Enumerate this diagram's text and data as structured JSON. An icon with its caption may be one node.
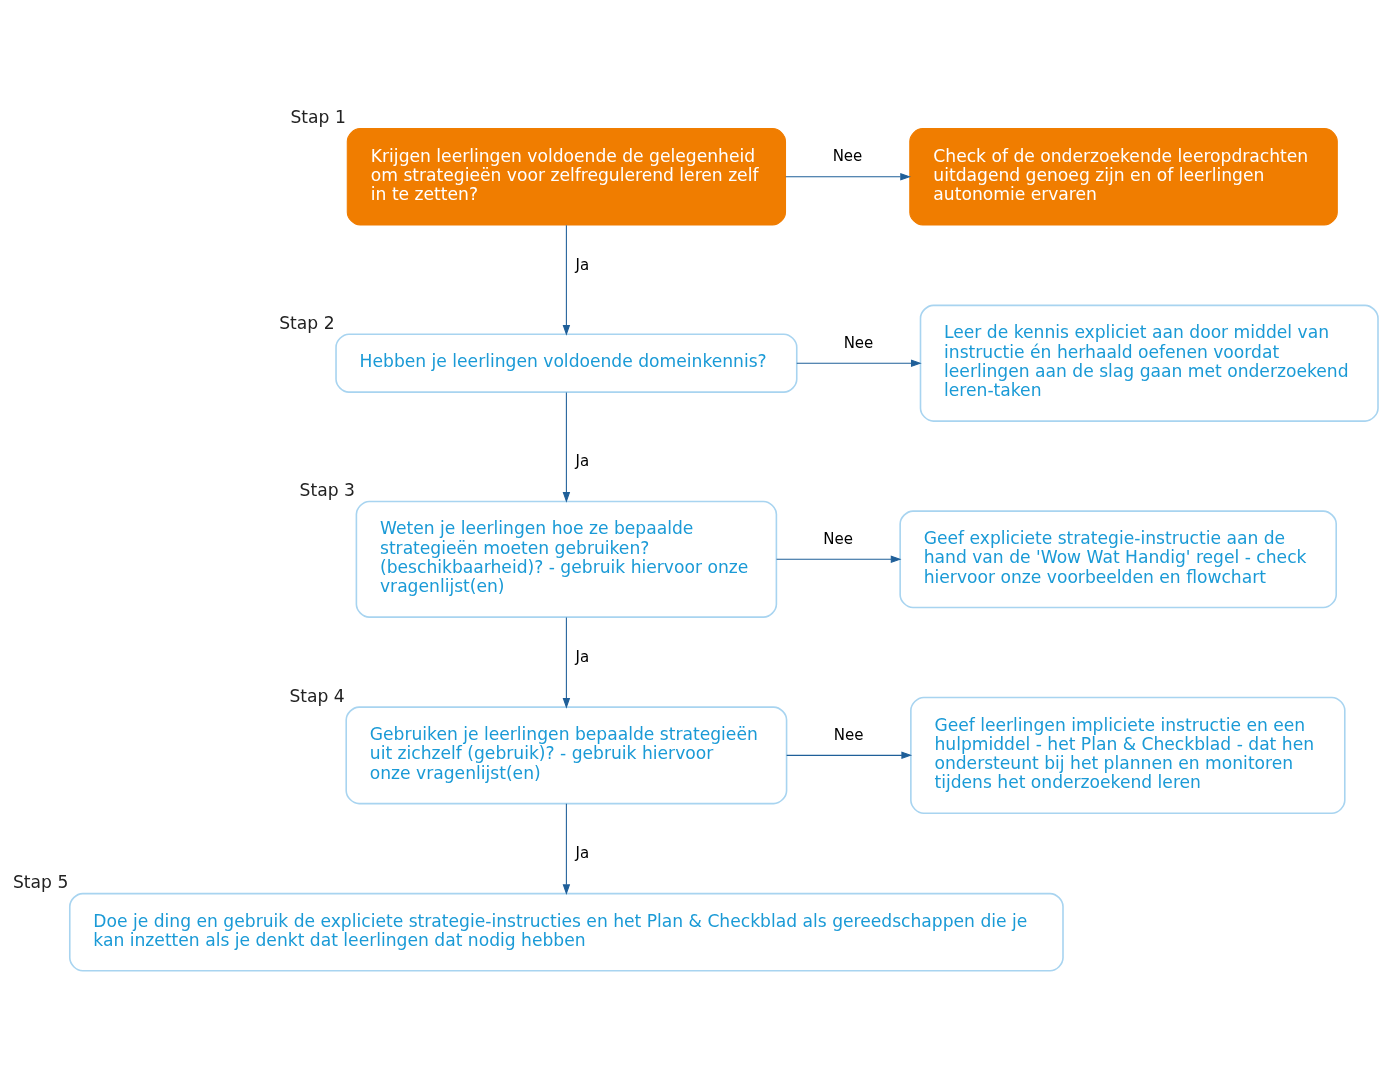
{
  "diagram": {
    "nodes": [
      {
        "text": [
          "Krijgen leerlingen voldoende de gelegenheid om strategieën voor zelfregulerend leren zelf in te zetten?"
        ],
        "beside": [
          "Stap 1"
        ]
      },
      {
        "text": [
          "Check of de onderzoekende leeropdrachten uitdagend genoeg zijn en of leerlingen autonomie ervaren"
        ]
      },
      {
        "text": [
          "Hebben je leerlingen voldoende domeinkennis?"
        ],
        "beside": [
          "Stap 2"
        ]
      },
      {
        "text": [
          "Leer de kennis expliciet aan door middel van instructie én herhaald oefenen voordat leerlingen aan de slag gaan met onderzoekend leren-taken"
        ]
      },
      {
        "text": [
          "Weten je leerlingen hoe ze bepaalde strategieën moeten gebruiken? (beschikbaarheid)? - gebruik hiervoor onze vragenlijst(en)"
        ],
        "beside": [
          "Stap 3"
        ]
      },
      {
        "text": [
          "Geef expliciete strategie-instructie aan de hand van de 'Wow Wat Handig' regel - check hiervoor onze voorbeelden en flowchart"
        ]
      },
      {
        "text": [
          "Gebruiken je leerlingen bepaalde strategieën uit zichzelf (gebruik)? - gebruik hiervoor onze vragenlijst(en)"
        ],
        "beside": [
          "Stap 4"
        ]
      },
      {
        "text": [
          "Geef leerlingen impliciete instructie en een hulpmiddel - het Plan & Checkblad - dat hen ondersteunt bij het plannen en monitoren tijdens het onderzoekend leren"
        ]
      },
      {
        "text": [
          "Doe je ding en gebruik de expliciete strategie-instructies en het Plan & Checkblad als gereedschappen die je kan inzetten als je denkt dat leerlingen dat nodig hebben"
        ],
        "beside": [
          "Stap 5"
        ]
      }
    ],
    "edges": [
      {
        "from": 0,
        "to": 1,
        "arrow": "to",
        "label": "Nee"
      },
      {
        "from": 0,
        "to": 2,
        "arrow": "to",
        "label": "Ja"
      },
      {
        "from": 2,
        "to": 3,
        "arrow": "to",
        "label": "Nee"
      },
      {
        "from": 2,
        "to": 4,
        "arrow": "to",
        "label": "Ja"
      },
      {
        "from": 4,
        "to": 5,
        "arrow": "to",
        "label": "Nee"
      },
      {
        "from": 4,
        "to": 6,
        "arrow": "to",
        "label": "Ja"
      },
      {
        "from": 6,
        "to": 7,
        "arrow": "to",
        "label": "Nee"
      },
      {
        "from": 6,
        "to": 8,
        "arrow": "to",
        "label": "Ja"
      }
    ]
  }
}
